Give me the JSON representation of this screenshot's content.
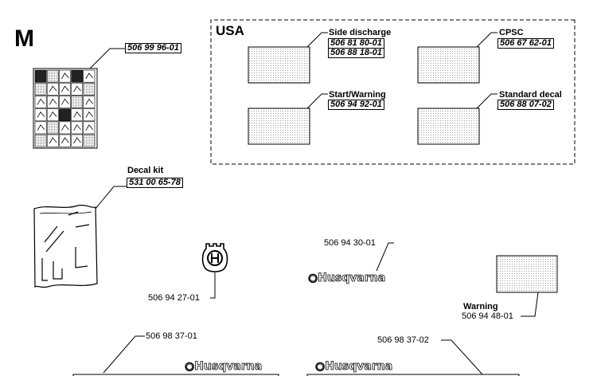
{
  "section_letter": "M",
  "usa_label": "USA",
  "brand_name": "Husqvarna",
  "parts": {
    "decal_sheet": "506 99 96-01",
    "side_discharge": {
      "label": "Side discharge",
      "numbers": [
        "506 81 80-01",
        "506 88 18-01"
      ]
    },
    "cpsc": {
      "label": "CPSC",
      "number": "506 67 62-01"
    },
    "start_warning": {
      "label": "Start/Warning",
      "number": "506 94 92-01"
    },
    "standard_decal": {
      "label": "Standard decal",
      "number": "506 88 07-02"
    },
    "decal_kit": {
      "label": "Decal kit",
      "number": "531 00 65-78"
    },
    "logo_badge": "506 94 27-01",
    "husqvarna_decal": "506 94 30-01",
    "warning": {
      "label": "Warning",
      "number": "506 94 48-01"
    },
    "hood_left": "506 98 37-01",
    "hood_right": "506 98 37-02"
  }
}
